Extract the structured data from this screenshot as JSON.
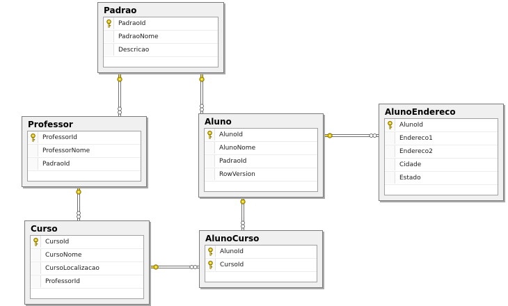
{
  "tables": {
    "padrao": {
      "name": "Padrao",
      "columns": [
        {
          "name": "PadraoId",
          "pk": true
        },
        {
          "name": "PadraoNome",
          "pk": false
        },
        {
          "name": "Descricao",
          "pk": false
        }
      ]
    },
    "professor": {
      "name": "Professor",
      "columns": [
        {
          "name": "ProfessorId",
          "pk": true
        },
        {
          "name": "ProfessorNome",
          "pk": false
        },
        {
          "name": "PadraoId",
          "pk": false
        }
      ]
    },
    "aluno": {
      "name": "Aluno",
      "columns": [
        {
          "name": "AlunoId",
          "pk": true
        },
        {
          "name": "AlunoNome",
          "pk": false
        },
        {
          "name": "PadraoId",
          "pk": false
        },
        {
          "name": "RowVersion",
          "pk": false
        }
      ]
    },
    "alunoEndereco": {
      "name": "AlunoEndereco",
      "columns": [
        {
          "name": "AlunoId",
          "pk": true
        },
        {
          "name": "Endereco1",
          "pk": false
        },
        {
          "name": "Endereco2",
          "pk": false
        },
        {
          "name": "Cidade",
          "pk": false
        },
        {
          "name": "Estado",
          "pk": false
        }
      ]
    },
    "curso": {
      "name": "Curso",
      "columns": [
        {
          "name": "CursoId",
          "pk": true
        },
        {
          "name": "CursoNome",
          "pk": false
        },
        {
          "name": "CursoLocalizacao",
          "pk": false
        },
        {
          "name": "ProfessorId",
          "pk": false
        }
      ]
    },
    "alunoCurso": {
      "name": "AlunoCurso",
      "columns": [
        {
          "name": "AlunoId",
          "pk": true
        },
        {
          "name": "CursoId",
          "pk": true
        }
      ]
    }
  },
  "relationships": [
    {
      "one": "Padrao",
      "many": "Professor"
    },
    {
      "one": "Padrao",
      "many": "Aluno"
    },
    {
      "one": "Aluno",
      "many": "AlunoEndereco"
    },
    {
      "one": "Professor",
      "many": "Curso"
    },
    {
      "one": "Aluno",
      "many": "AlunoCurso"
    },
    {
      "one": "Curso",
      "many": "AlunoCurso"
    }
  ],
  "colors": {
    "key_icon": "#e8c600",
    "connector": "#6e6e6e",
    "table_frame": "#f0f0f0"
  },
  "icons": {
    "primary_key": "key-icon",
    "one_end": "key-icon",
    "many_end": "infinity-icon"
  }
}
